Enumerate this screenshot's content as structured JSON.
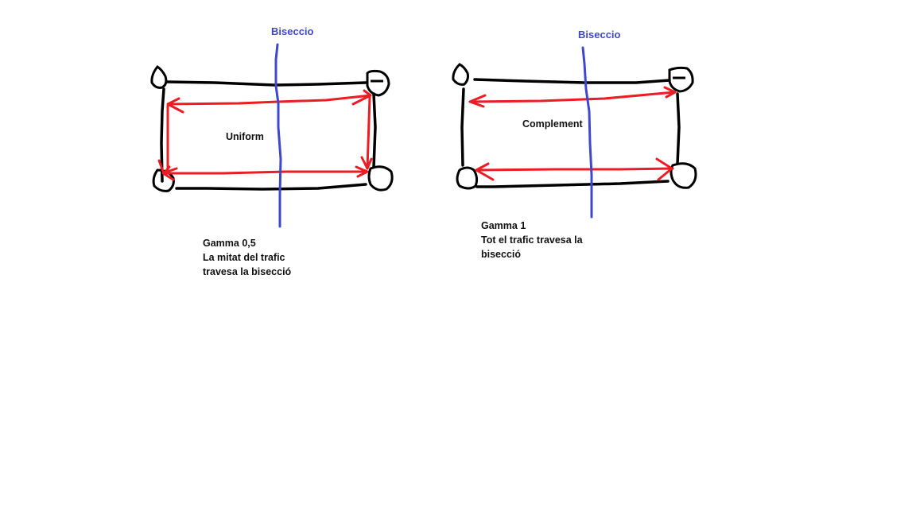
{
  "diagrams": [
    {
      "bisection_label": "Biseccio",
      "center_label": "Uniform",
      "caption": [
        "Gamma 0,5",
        "La mitat del trafic",
        "travesa la bisecció"
      ]
    },
    {
      "bisection_label": "Biseccio",
      "center_label": "Complement",
      "caption": [
        "Gamma 1",
        "Tot el trafic travesa la",
        "bisecció"
      ]
    }
  ],
  "colors": {
    "outline": "#000000",
    "traffic_arrow": "#ed1c24",
    "bisection_line": "#3f48cc",
    "background": "#ffffff"
  }
}
